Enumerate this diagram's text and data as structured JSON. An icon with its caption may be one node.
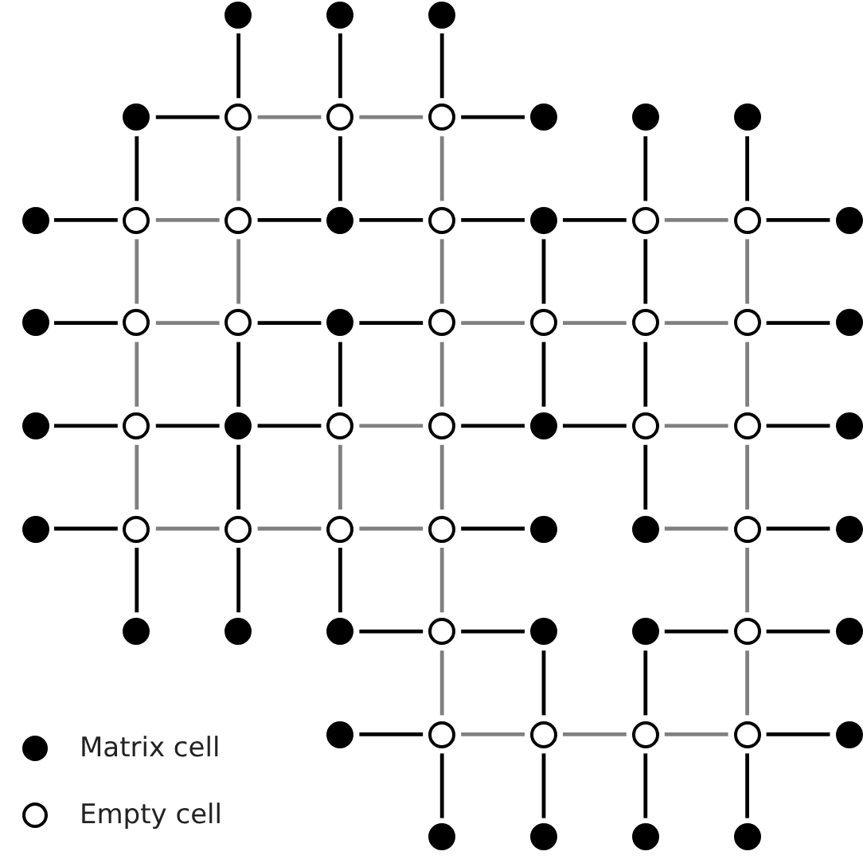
{
  "diagram": {
    "nodes": [
      {
        "text": [],
        "shape": "dot"
      },
      {
        "text": [],
        "shape": "dot"
      },
      {
        "text": [],
        "shape": "dot"
      },
      {
        "text": [],
        "shape": "dot"
      },
      {
        "text": [],
        "shape": "circle"
      },
      {
        "text": [],
        "shape": "circle"
      },
      {
        "text": [],
        "shape": "circle"
      },
      {
        "text": [],
        "shape": "dot"
      },
      {
        "text": [],
        "shape": "dot"
      },
      {
        "text": [],
        "shape": "dot"
      },
      {
        "text": [],
        "shape": "dot"
      },
      {
        "text": [],
        "shape": "circle"
      },
      {
        "text": [],
        "shape": "circle"
      },
      {
        "text": [],
        "shape": "dot"
      },
      {
        "text": [],
        "shape": "circle"
      },
      {
        "text": [],
        "shape": "dot"
      },
      {
        "text": [],
        "shape": "circle"
      },
      {
        "text": [],
        "shape": "circle"
      },
      {
        "text": [],
        "shape": "dot"
      },
      {
        "text": [],
        "shape": "dot"
      },
      {
        "text": [],
        "shape": "circle"
      },
      {
        "text": [],
        "shape": "circle"
      },
      {
        "text": [],
        "shape": "dot"
      },
      {
        "text": [],
        "shape": "circle"
      },
      {
        "text": [],
        "shape": "circle"
      },
      {
        "text": [],
        "shape": "circle"
      },
      {
        "text": [],
        "shape": "circle"
      },
      {
        "text": [],
        "shape": "dot"
      },
      {
        "text": [],
        "shape": "dot"
      },
      {
        "text": [],
        "shape": "circle"
      },
      {
        "text": [],
        "shape": "dot"
      },
      {
        "text": [],
        "shape": "circle"
      },
      {
        "text": [],
        "shape": "circle"
      },
      {
        "text": [],
        "shape": "dot"
      },
      {
        "text": [],
        "shape": "circle"
      },
      {
        "text": [],
        "shape": "circle"
      },
      {
        "text": [],
        "shape": "dot"
      },
      {
        "text": [],
        "shape": "dot"
      },
      {
        "text": [],
        "shape": "circle"
      },
      {
        "text": [],
        "shape": "circle"
      },
      {
        "text": [],
        "shape": "circle"
      },
      {
        "text": [],
        "shape": "circle"
      },
      {
        "text": [],
        "shape": "dot"
      },
      {
        "text": [],
        "shape": "dot"
      },
      {
        "text": [],
        "shape": "circle"
      },
      {
        "text": [],
        "shape": "dot"
      },
      {
        "text": [],
        "shape": "dot"
      },
      {
        "text": [],
        "shape": "dot"
      },
      {
        "text": [],
        "shape": "dot"
      },
      {
        "text": [],
        "shape": "circle"
      },
      {
        "text": [],
        "shape": "dot"
      },
      {
        "text": [],
        "shape": "dot"
      },
      {
        "text": [],
        "shape": "circle"
      },
      {
        "text": [],
        "shape": "dot"
      },
      {
        "text": [],
        "shape": "dot"
      },
      {
        "text": [],
        "shape": "circle"
      },
      {
        "text": [],
        "shape": "circle"
      },
      {
        "text": [],
        "shape": "circle"
      },
      {
        "text": [],
        "shape": "circle"
      },
      {
        "text": [],
        "shape": "dot"
      },
      {
        "text": [],
        "shape": "dot"
      },
      {
        "text": [],
        "shape": "dot"
      },
      {
        "text": [],
        "shape": "dot"
      },
      {
        "text": [],
        "shape": "dot"
      }
    ],
    "edges": [
      {
        "from": 3,
        "to": 4,
        "arrow": "none"
      },
      {
        "from": 4,
        "to": 5,
        "arrow": "none",
        "color": "#808080"
      },
      {
        "from": 5,
        "to": 6,
        "arrow": "none",
        "color": "#808080"
      },
      {
        "from": 6,
        "to": 7,
        "arrow": "none"
      },
      {
        "from": 10,
        "to": 11,
        "arrow": "none"
      },
      {
        "from": 11,
        "to": 12,
        "arrow": "none",
        "color": "#808080"
      },
      {
        "from": 12,
        "to": 13,
        "arrow": "none"
      },
      {
        "from": 13,
        "to": 14,
        "arrow": "none"
      },
      {
        "from": 14,
        "to": 15,
        "arrow": "none"
      },
      {
        "from": 15,
        "to": 16,
        "arrow": "none"
      },
      {
        "from": 16,
        "to": 17,
        "arrow": "none",
        "color": "#808080"
      },
      {
        "from": 17,
        "to": 18,
        "arrow": "none"
      },
      {
        "from": 19,
        "to": 20,
        "arrow": "none"
      },
      {
        "from": 20,
        "to": 21,
        "arrow": "none",
        "color": "#808080"
      },
      {
        "from": 21,
        "to": 22,
        "arrow": "none"
      },
      {
        "from": 22,
        "to": 23,
        "arrow": "none"
      },
      {
        "from": 23,
        "to": 24,
        "arrow": "none",
        "color": "#808080"
      },
      {
        "from": 24,
        "to": 25,
        "arrow": "none",
        "color": "#808080"
      },
      {
        "from": 25,
        "to": 26,
        "arrow": "none",
        "color": "#808080"
      },
      {
        "from": 26,
        "to": 27,
        "arrow": "none"
      },
      {
        "from": 28,
        "to": 29,
        "arrow": "none"
      },
      {
        "from": 29,
        "to": 30,
        "arrow": "none"
      },
      {
        "from": 30,
        "to": 31,
        "arrow": "none"
      },
      {
        "from": 31,
        "to": 32,
        "arrow": "none",
        "color": "#808080"
      },
      {
        "from": 32,
        "to": 33,
        "arrow": "none"
      },
      {
        "from": 33,
        "to": 34,
        "arrow": "none"
      },
      {
        "from": 34,
        "to": 35,
        "arrow": "none",
        "color": "#808080"
      },
      {
        "from": 35,
        "to": 36,
        "arrow": "none"
      },
      {
        "from": 37,
        "to": 38,
        "arrow": "none"
      },
      {
        "from": 38,
        "to": 39,
        "arrow": "none",
        "color": "#808080"
      },
      {
        "from": 39,
        "to": 40,
        "arrow": "none",
        "color": "#808080"
      },
      {
        "from": 40,
        "to": 41,
        "arrow": "none",
        "color": "#808080"
      },
      {
        "from": 41,
        "to": 42,
        "arrow": "none"
      },
      {
        "from": 43,
        "to": 44,
        "arrow": "none",
        "color": "#808080"
      },
      {
        "from": 44,
        "to": 45,
        "arrow": "none"
      },
      {
        "from": 48,
        "to": 49,
        "arrow": "none"
      },
      {
        "from": 49,
        "to": 50,
        "arrow": "none"
      },
      {
        "from": 51,
        "to": 52,
        "arrow": "none"
      },
      {
        "from": 52,
        "to": 53,
        "arrow": "none"
      },
      {
        "from": 54,
        "to": 55,
        "arrow": "none"
      },
      {
        "from": 55,
        "to": 56,
        "arrow": "none",
        "color": "#808080"
      },
      {
        "from": 56,
        "to": 57,
        "arrow": "none",
        "color": "#808080"
      },
      {
        "from": 57,
        "to": 58,
        "arrow": "none",
        "color": "#808080"
      },
      {
        "from": 58,
        "to": 59,
        "arrow": "none"
      },
      {
        "from": 3,
        "to": 11,
        "arrow": "none"
      },
      {
        "from": 11,
        "to": 20,
        "arrow": "none",
        "color": "#808080"
      },
      {
        "from": 20,
        "to": 29,
        "arrow": "none",
        "color": "#808080"
      },
      {
        "from": 29,
        "to": 38,
        "arrow": "none",
        "color": "#808080"
      },
      {
        "from": 38,
        "to": 46,
        "arrow": "none"
      },
      {
        "from": 0,
        "to": 4,
        "arrow": "none"
      },
      {
        "from": 4,
        "to": 12,
        "arrow": "none",
        "color": "#808080"
      },
      {
        "from": 12,
        "to": 21,
        "arrow": "none",
        "color": "#808080"
      },
      {
        "from": 21,
        "to": 30,
        "arrow": "none"
      },
      {
        "from": 30,
        "to": 39,
        "arrow": "none"
      },
      {
        "from": 39,
        "to": 47,
        "arrow": "none"
      },
      {
        "from": 1,
        "to": 5,
        "arrow": "none"
      },
      {
        "from": 5,
        "to": 13,
        "arrow": "none"
      },
      {
        "from": 22,
        "to": 31,
        "arrow": "none"
      },
      {
        "from": 31,
        "to": 40,
        "arrow": "none",
        "color": "#808080"
      },
      {
        "from": 40,
        "to": 48,
        "arrow": "none"
      },
      {
        "from": 2,
        "to": 6,
        "arrow": "none"
      },
      {
        "from": 6,
        "to": 14,
        "arrow": "none",
        "color": "#808080"
      },
      {
        "from": 14,
        "to": 23,
        "arrow": "none",
        "color": "#808080"
      },
      {
        "from": 23,
        "to": 32,
        "arrow": "none",
        "color": "#808080"
      },
      {
        "from": 32,
        "to": 41,
        "arrow": "none",
        "color": "#808080"
      },
      {
        "from": 41,
        "to": 49,
        "arrow": "none",
        "color": "#808080"
      },
      {
        "from": 49,
        "to": 55,
        "arrow": "none",
        "color": "#808080"
      },
      {
        "from": 55,
        "to": 60,
        "arrow": "none"
      },
      {
        "from": 15,
        "to": 24,
        "arrow": "none"
      },
      {
        "from": 24,
        "to": 33,
        "arrow": "none"
      },
      {
        "from": 50,
        "to": 56,
        "arrow": "none"
      },
      {
        "from": 56,
        "to": 61,
        "arrow": "none"
      },
      {
        "from": 8,
        "to": 16,
        "arrow": "none"
      },
      {
        "from": 16,
        "to": 25,
        "arrow": "none"
      },
      {
        "from": 25,
        "to": 34,
        "arrow": "none"
      },
      {
        "from": 34,
        "to": 43,
        "arrow": "none"
      },
      {
        "from": 51,
        "to": 57,
        "arrow": "none"
      },
      {
        "from": 57,
        "to": 62,
        "arrow": "none"
      },
      {
        "from": 9,
        "to": 17,
        "arrow": "none"
      },
      {
        "from": 17,
        "to": 26,
        "arrow": "none",
        "color": "#808080"
      },
      {
        "from": 26,
        "to": 35,
        "arrow": "none",
        "color": "#808080"
      },
      {
        "from": 35,
        "to": 44,
        "arrow": "none",
        "color": "#808080"
      },
      {
        "from": 44,
        "to": 52,
        "arrow": "none",
        "color": "#808080"
      },
      {
        "from": 52,
        "to": 58,
        "arrow": "none",
        "color": "#808080"
      },
      {
        "from": 58,
        "to": 63,
        "arrow": "none"
      }
    ],
    "legend": [
      {
        "text": "Matrix cell",
        "color": "#000000"
      },
      {
        "text": "Empty cell"
      }
    ]
  }
}
